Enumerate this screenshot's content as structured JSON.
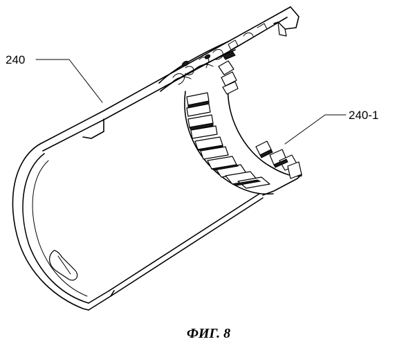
{
  "labels": {
    "part": "240",
    "part_sub": "240-1"
  },
  "caption": "ФИГ. 8"
}
